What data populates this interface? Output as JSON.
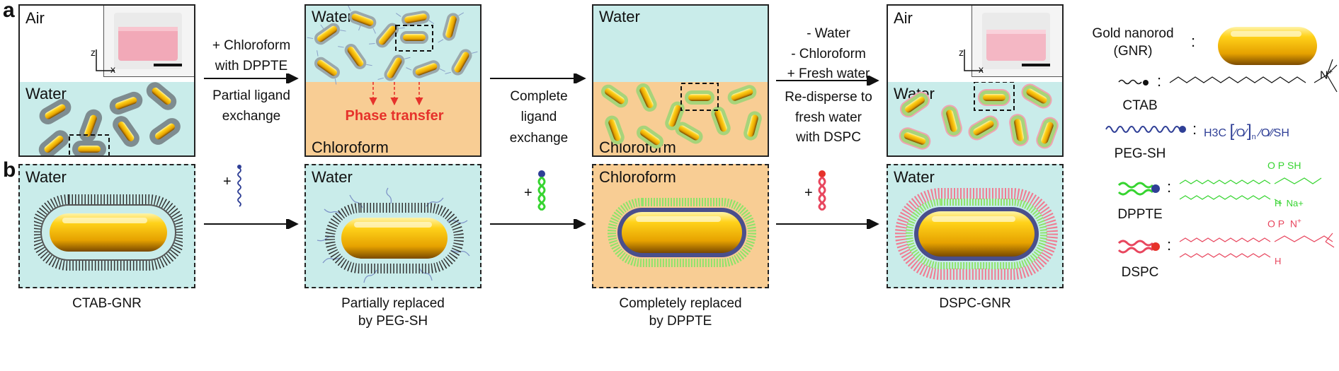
{
  "panel_letters": {
    "a": "a",
    "b": "b"
  },
  "row_a": {
    "panel1": {
      "top_label": "Air",
      "bottom_label": "Water",
      "axis_z": "z",
      "axis_x": "x"
    },
    "step1": {
      "lines": [
        "+ Chloroform",
        "with DPPTE",
        "Partial ligand",
        "exchange"
      ]
    },
    "panel2": {
      "top_label": "Water",
      "bottom_label": "Chloroform",
      "phase_transfer": "Phase transfer"
    },
    "step2": {
      "lines": [
        "Complete",
        "ligand",
        "exchange"
      ]
    },
    "panel3": {
      "top_label": "Water",
      "bottom_label": "Chloroform"
    },
    "step3": {
      "lines": [
        "- Water",
        "- Chloroform",
        "+ Fresh water",
        "Re-disperse to",
        "fresh water",
        "with DSPC"
      ]
    },
    "panel4": {
      "top_label": "Air",
      "bottom_label": "Water",
      "axis_z": "z",
      "axis_x": "x"
    }
  },
  "row_b": {
    "panel1": {
      "label": "Water",
      "caption": "CTAB-GNR"
    },
    "panel2": {
      "label": "Water",
      "caption_line1": "Partially replaced",
      "caption_line2": "by PEG-SH"
    },
    "panel3": {
      "label": "Chloroform",
      "caption_line1": "Completely replaced",
      "caption_line2": "by DPPTE"
    },
    "panel4": {
      "label": "Water",
      "caption": "DSPC-GNR"
    },
    "plus": "+"
  },
  "legend": {
    "gnr_line1": "Gold nanorod",
    "gnr_line2": "(GNR)",
    "ctab": "CTAB",
    "peg": "PEG-SH",
    "dppte": "DPPTE",
    "dspc": "DSPC",
    "colon": ":",
    "ctab_formula": {
      "n": "N",
      "plus": "+"
    },
    "peg_formula": {
      "h3c": "H3C",
      "o1": "O",
      "n": "n",
      "o2": "O",
      "sh": "SH"
    },
    "dppte_formula": {
      "o": "O",
      "p": "P",
      "sh": "SH",
      "h": "H",
      "na": "Na+"
    },
    "dspc_formula": {
      "o": "O",
      "p": "P",
      "n": "N",
      "plus": "+",
      "h": "H"
    }
  },
  "colors": {
    "water": "#c9ecea",
    "chloroform": "#f8cd94",
    "gold": "#f2b200",
    "ctab_shell": "#8a9aa0",
    "peg": "#2f3f96",
    "dppte": "#36d430",
    "dspc": "#e8465e",
    "phase_transfer": "#e6322b"
  }
}
